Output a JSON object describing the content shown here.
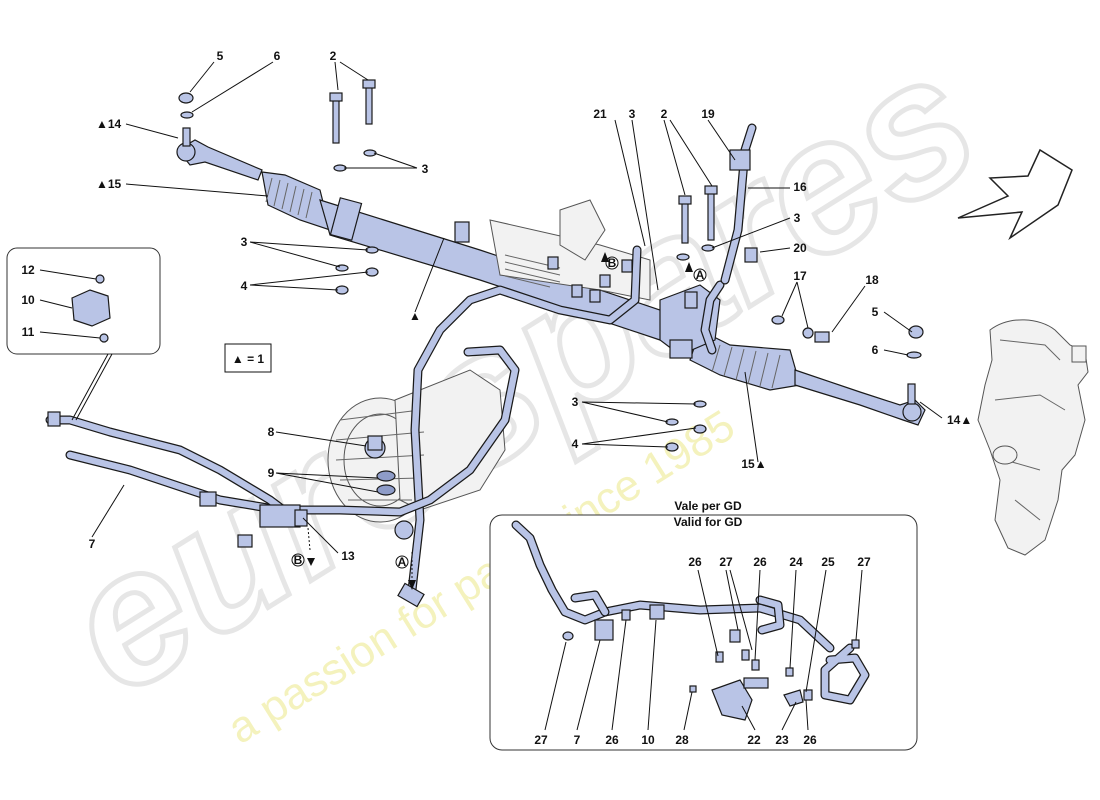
{
  "watermark": {
    "brand": "eurospares",
    "slogan": "a passion for parts since 1985"
  },
  "legend": {
    "text": "▲ = 1"
  },
  "inset_gd": {
    "title_line1": "Vale per GD",
    "title_line2": "Valid for GD"
  },
  "callouts": {
    "c5a": "5",
    "c6a": "6",
    "c2a": "2",
    "c14a": "▲14",
    "c15a": "▲15",
    "c3a": "3",
    "c3b": "3",
    "c4a": "4",
    "c12": "12",
    "c10a": "10",
    "c11": "11",
    "c7a": "7",
    "c8": "8",
    "c9": "9",
    "c13": "13",
    "c21": "21",
    "c3c": "3",
    "c2b": "2",
    "c19": "19",
    "c16": "16",
    "c3d": "3",
    "c20": "20",
    "c17": "17",
    "c18": "18",
    "c5b": "5",
    "c6b": "6",
    "c14b": "14▲",
    "c3e": "3",
    "c4b": "4",
    "c15b": "15▲",
    "c26a": "26",
    "c27a": "27",
    "c26b": "26",
    "c24": "24",
    "c25": "25",
    "c27b": "27",
    "c27c": "27",
    "c7b": "7",
    "c26c": "26",
    "c10b": "10",
    "c28": "28",
    "c22": "22",
    "c23": "23",
    "c26d": "26"
  },
  "markers": {
    "a": "A",
    "b": "B"
  },
  "colors": {
    "part_fill": "#b9c4e6",
    "part_dark": "#8e9cc8",
    "watermark": "#e9e9e9",
    "slogan": "#f2f0b0"
  }
}
